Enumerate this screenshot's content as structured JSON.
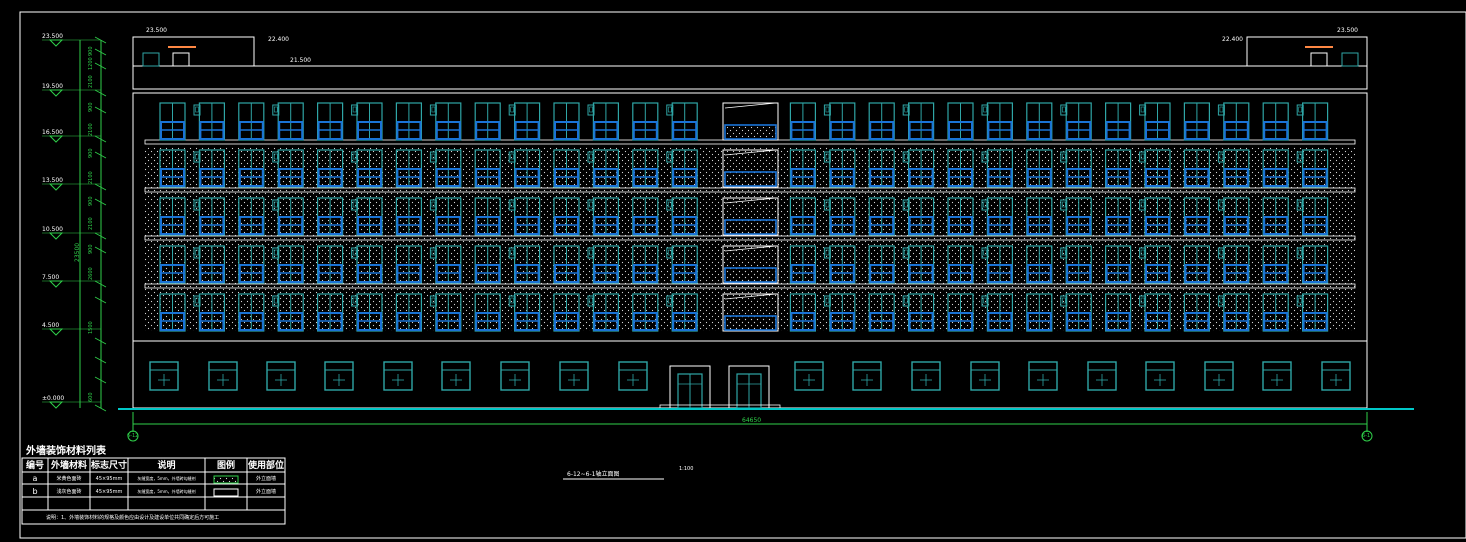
{
  "colors": {
    "background": "#000000",
    "outline": "#ffffff",
    "window_frame": "#2fa6a6",
    "window_glass": "#1a73d6",
    "dimension": "#2fd04a",
    "ground": "#00c8c8",
    "text": "#ffffff"
  },
  "elevation_levels": {
    "values": [
      "23.500",
      "19.500",
      "16.500",
      "13.500",
      "10.500",
      "7.500",
      "4.500",
      "±0.000"
    ]
  },
  "roof_marks": {
    "left_parapet": "23.500",
    "left_inner": "22.400",
    "roof_edge": "21.500",
    "right_parapet": "23.500",
    "right_inner": "22.400"
  },
  "dimensions": {
    "total_height": "23500",
    "total_width": "64650",
    "segments": [
      "900",
      "1200",
      "2100",
      "900",
      "2100",
      "900",
      "2100",
      "900",
      "2100",
      "900",
      "2600",
      "1500",
      "600"
    ]
  },
  "axis_markers": {
    "left": "6-12",
    "right": "6-1"
  },
  "drawing_title": "6-12~6-1轴立面图",
  "drawing_scale": "1:100",
  "materials_table": {
    "title": "外墙装饰材料列表",
    "headers": [
      "编号",
      "外墙材料",
      "标志尺寸",
      "说明",
      "图例",
      "使用部位"
    ],
    "rows": [
      {
        "id": "a",
        "material": "米黄色面砖",
        "size": "45×95mm",
        "desc": "灰缝宽度，5mm，外墙砖勾缝剂",
        "legend": "dots",
        "location": "外立面墙"
      },
      {
        "id": "b",
        "material": "浅灰色面砖",
        "size": "45×95mm",
        "desc": "灰缝宽度，5mm，外墙砖勾缝剂",
        "legend": "plain",
        "location": "外立面墙"
      }
    ],
    "note": "说明：1、外墙装饰材料的规格及颜色应由设计及建设单位共同确定后方可施工"
  }
}
